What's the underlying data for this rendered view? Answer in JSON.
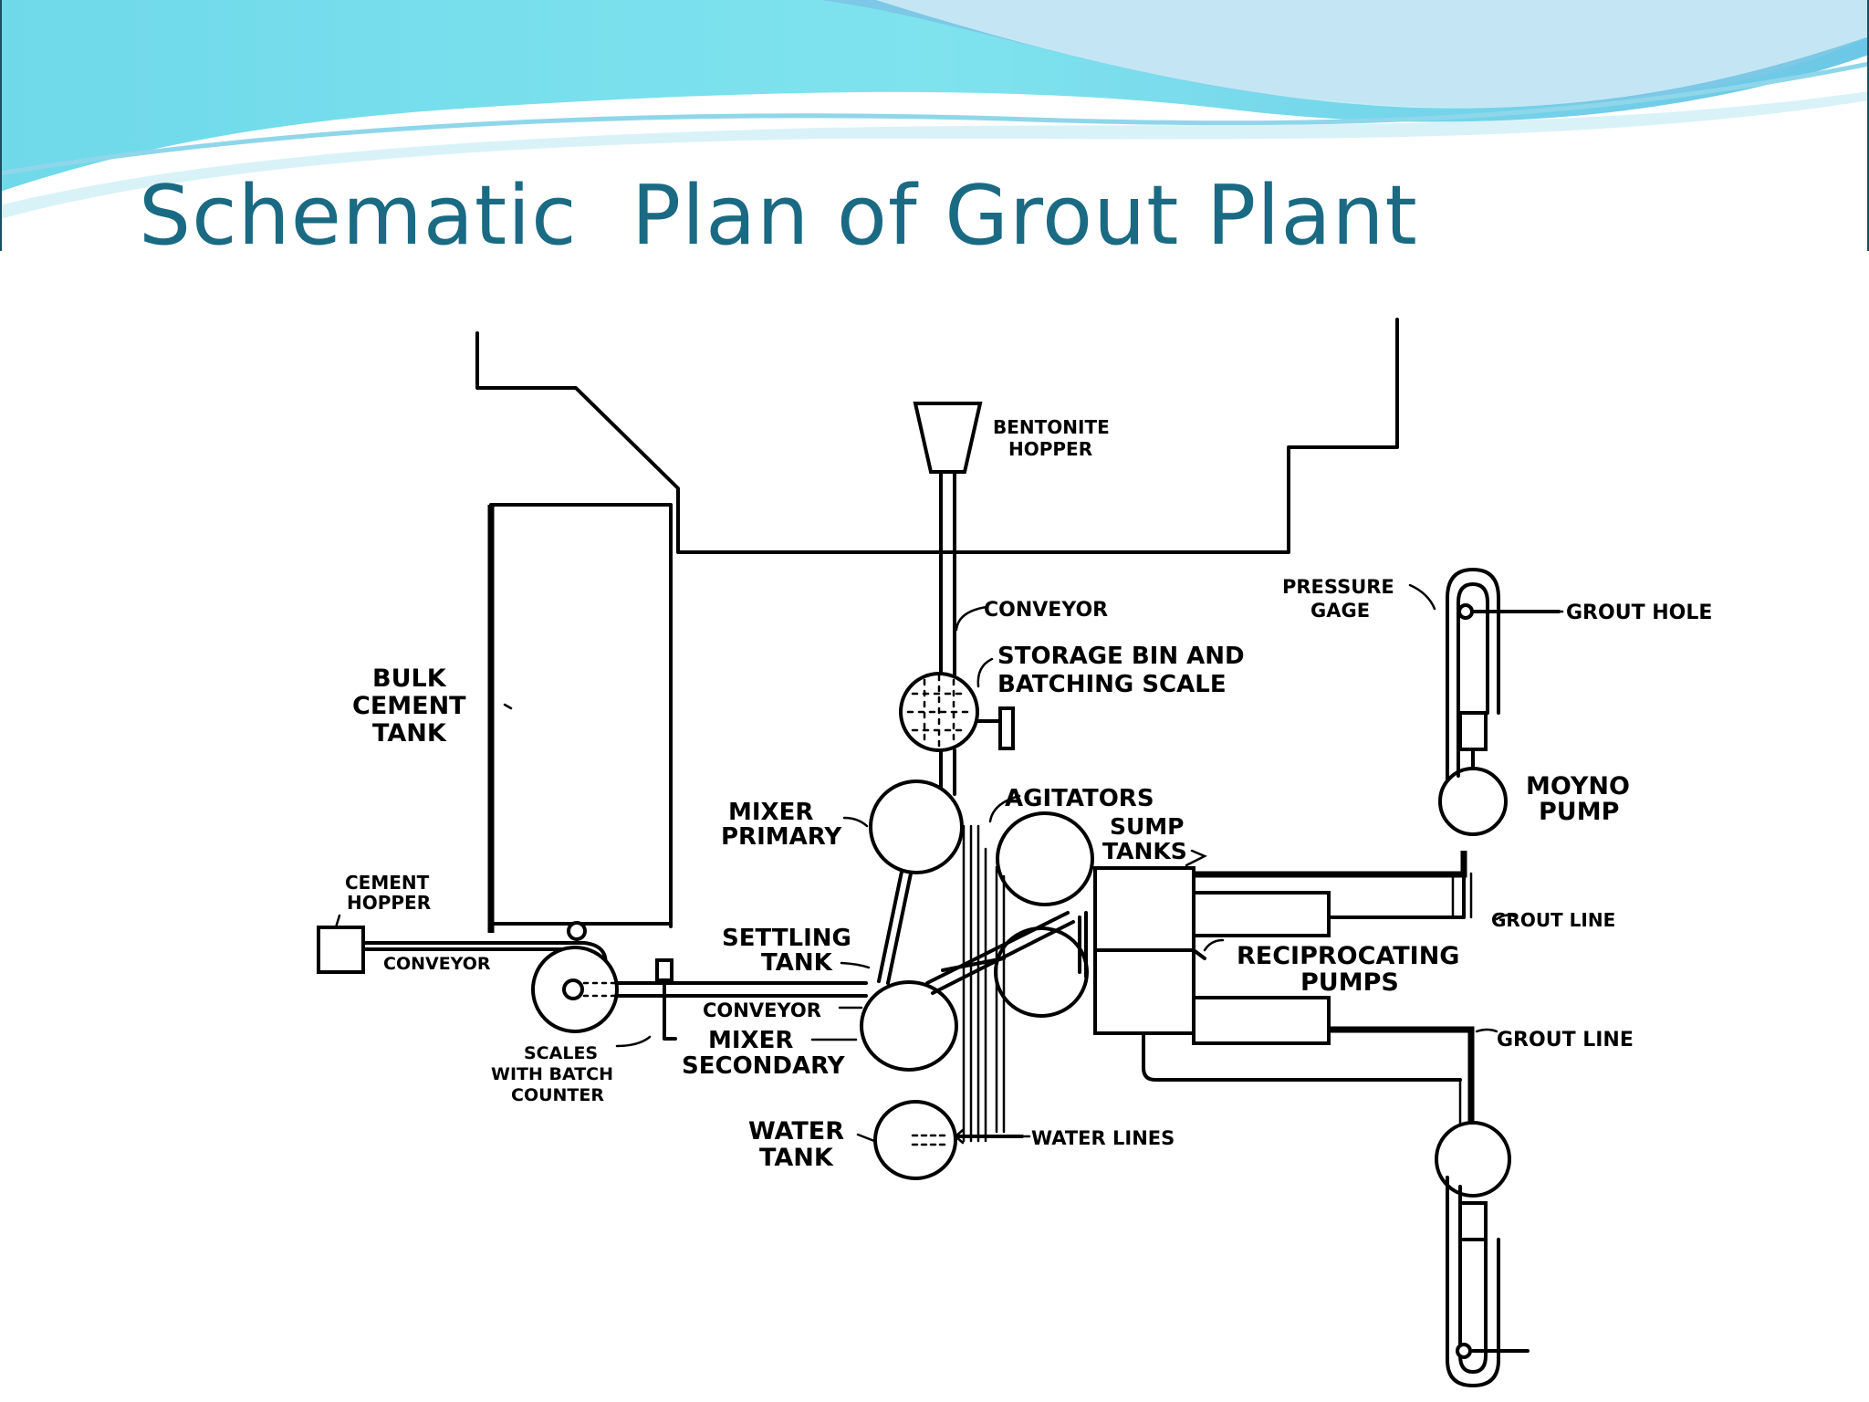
{
  "slide": {
    "title": "Schematic  Plan of Grout Plant",
    "accent_color": "#1a6a83",
    "header_colors": [
      "#7fe0ee",
      "#5bc6e4",
      "#a5dff0"
    ]
  },
  "diagram": {
    "labels": {
      "bentonite_hopper": [
        "BENTONITE",
        "HOPPER"
      ],
      "conveyor_top": "CONVEYOR",
      "storage_bin": [
        "STORAGE BIN AND",
        "BATCHING SCALE"
      ],
      "pressure_gage": [
        "PRESSURE",
        "GAGE"
      ],
      "grout_hole": "GROUT HOLE",
      "bulk_cement_tank": [
        "BULK",
        "CEMENT",
        "TANK"
      ],
      "agitators": "AGITATORS",
      "sump_tanks": [
        "SUMP",
        "TANKS"
      ],
      "mixer_primary": [
        "MIXER",
        "PRIMARY"
      ],
      "moyno_pump": [
        "MOYNO",
        "PUMP"
      ],
      "cement_hopper": [
        "CEMENT",
        "HOPPER"
      ],
      "conveyor_left": "CONVEYOR",
      "settling_tank": [
        "SETTLING",
        "TANK"
      ],
      "grout_line_upper": "GROUT LINE",
      "reciprocating_pumps": [
        "RECIPROCATING",
        "PUMPS"
      ],
      "conveyor_middle": "CONVEYOR",
      "mixer_secondary": [
        "MIXER",
        "SECONDARY"
      ],
      "scales": [
        "SCALES",
        "WITH BATCH",
        "COUNTER"
      ],
      "grout_line_lower": "GROUT LINE",
      "water_tank": [
        "WATER",
        "TANK"
      ],
      "water_lines": "WATER LINES"
    }
  }
}
